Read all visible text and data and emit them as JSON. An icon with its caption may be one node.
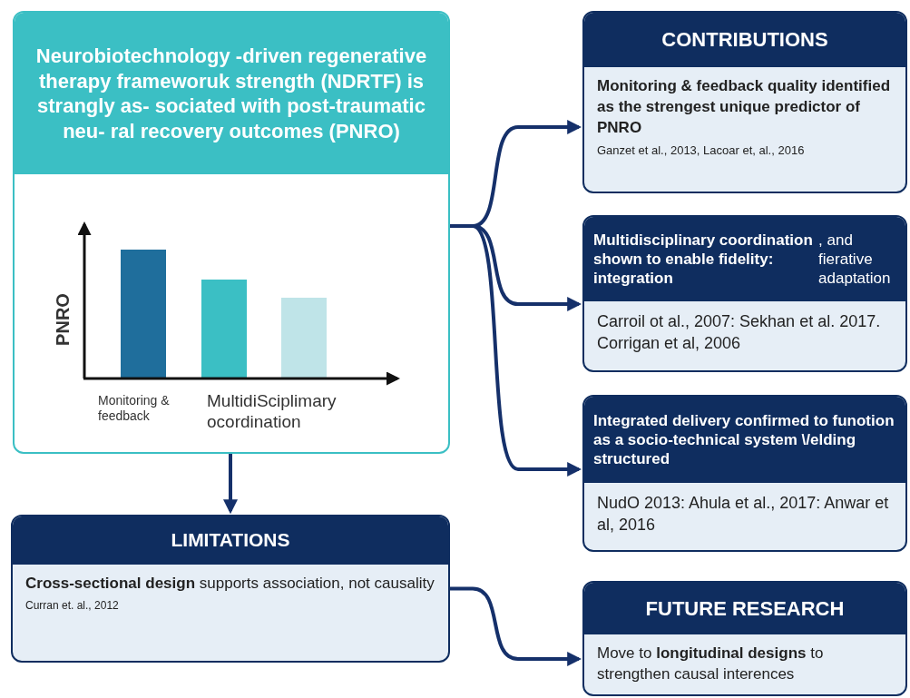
{
  "diagram": {
    "nodes": [
      {
        "text": [
          "Neurobiotechnology -driven regenerative therapy frameworuk strength (NDRTF) is strangly as- sociated with post-traumatic neu- ral recovery outcomes (PNRO)"
        ]
      },
      {
        "text": [
          "CONTRIBUTIONS",
          "Monitoring & feedback quality identified as the strengest unique predictor of PNRO",
          "Ganzet et al., 2013, Lacoar et, al., 2016"
        ]
      },
      {
        "text": [
          "**Multidisciplinary coordination shown to enable fidelity: integration**, and fierative adaptation",
          "Carroil ot al., 2007: Sekhan et al. 2017. Corrigan et al, 2006"
        ]
      },
      {
        "text": [
          "Integrated delivery confirmed to funotion as a socio-technical system \\/elding structured",
          "NudO 2013: Ahula et al., 2017: Anwar et al, 2016"
        ]
      },
      {
        "text": [
          "LIMITATIONS",
          "**Cross-sectional design** supports association, not causality",
          "Curran et. al., 2012"
        ]
      },
      {
        "text": [
          "FUTURE RESEARCH",
          "Move to **longitudinal designs** to strengthen causal interences"
        ]
      }
    ],
    "edges": [
      {
        "from": 0,
        "to": 1,
        "arrow": "to"
      },
      {
        "from": 0,
        "to": 2,
        "arrow": "to"
      },
      {
        "from": 0,
        "to": 3,
        "arrow": "to"
      },
      {
        "from": 0,
        "to": 4,
        "arrow": "to"
      },
      {
        "from": 4,
        "to": 5,
        "arrow": "to"
      }
    ],
    "labels": [
      "PNRO",
      "Monitoring & feedback",
      "MultidiSciplimary ocordination"
    ]
  }
}
